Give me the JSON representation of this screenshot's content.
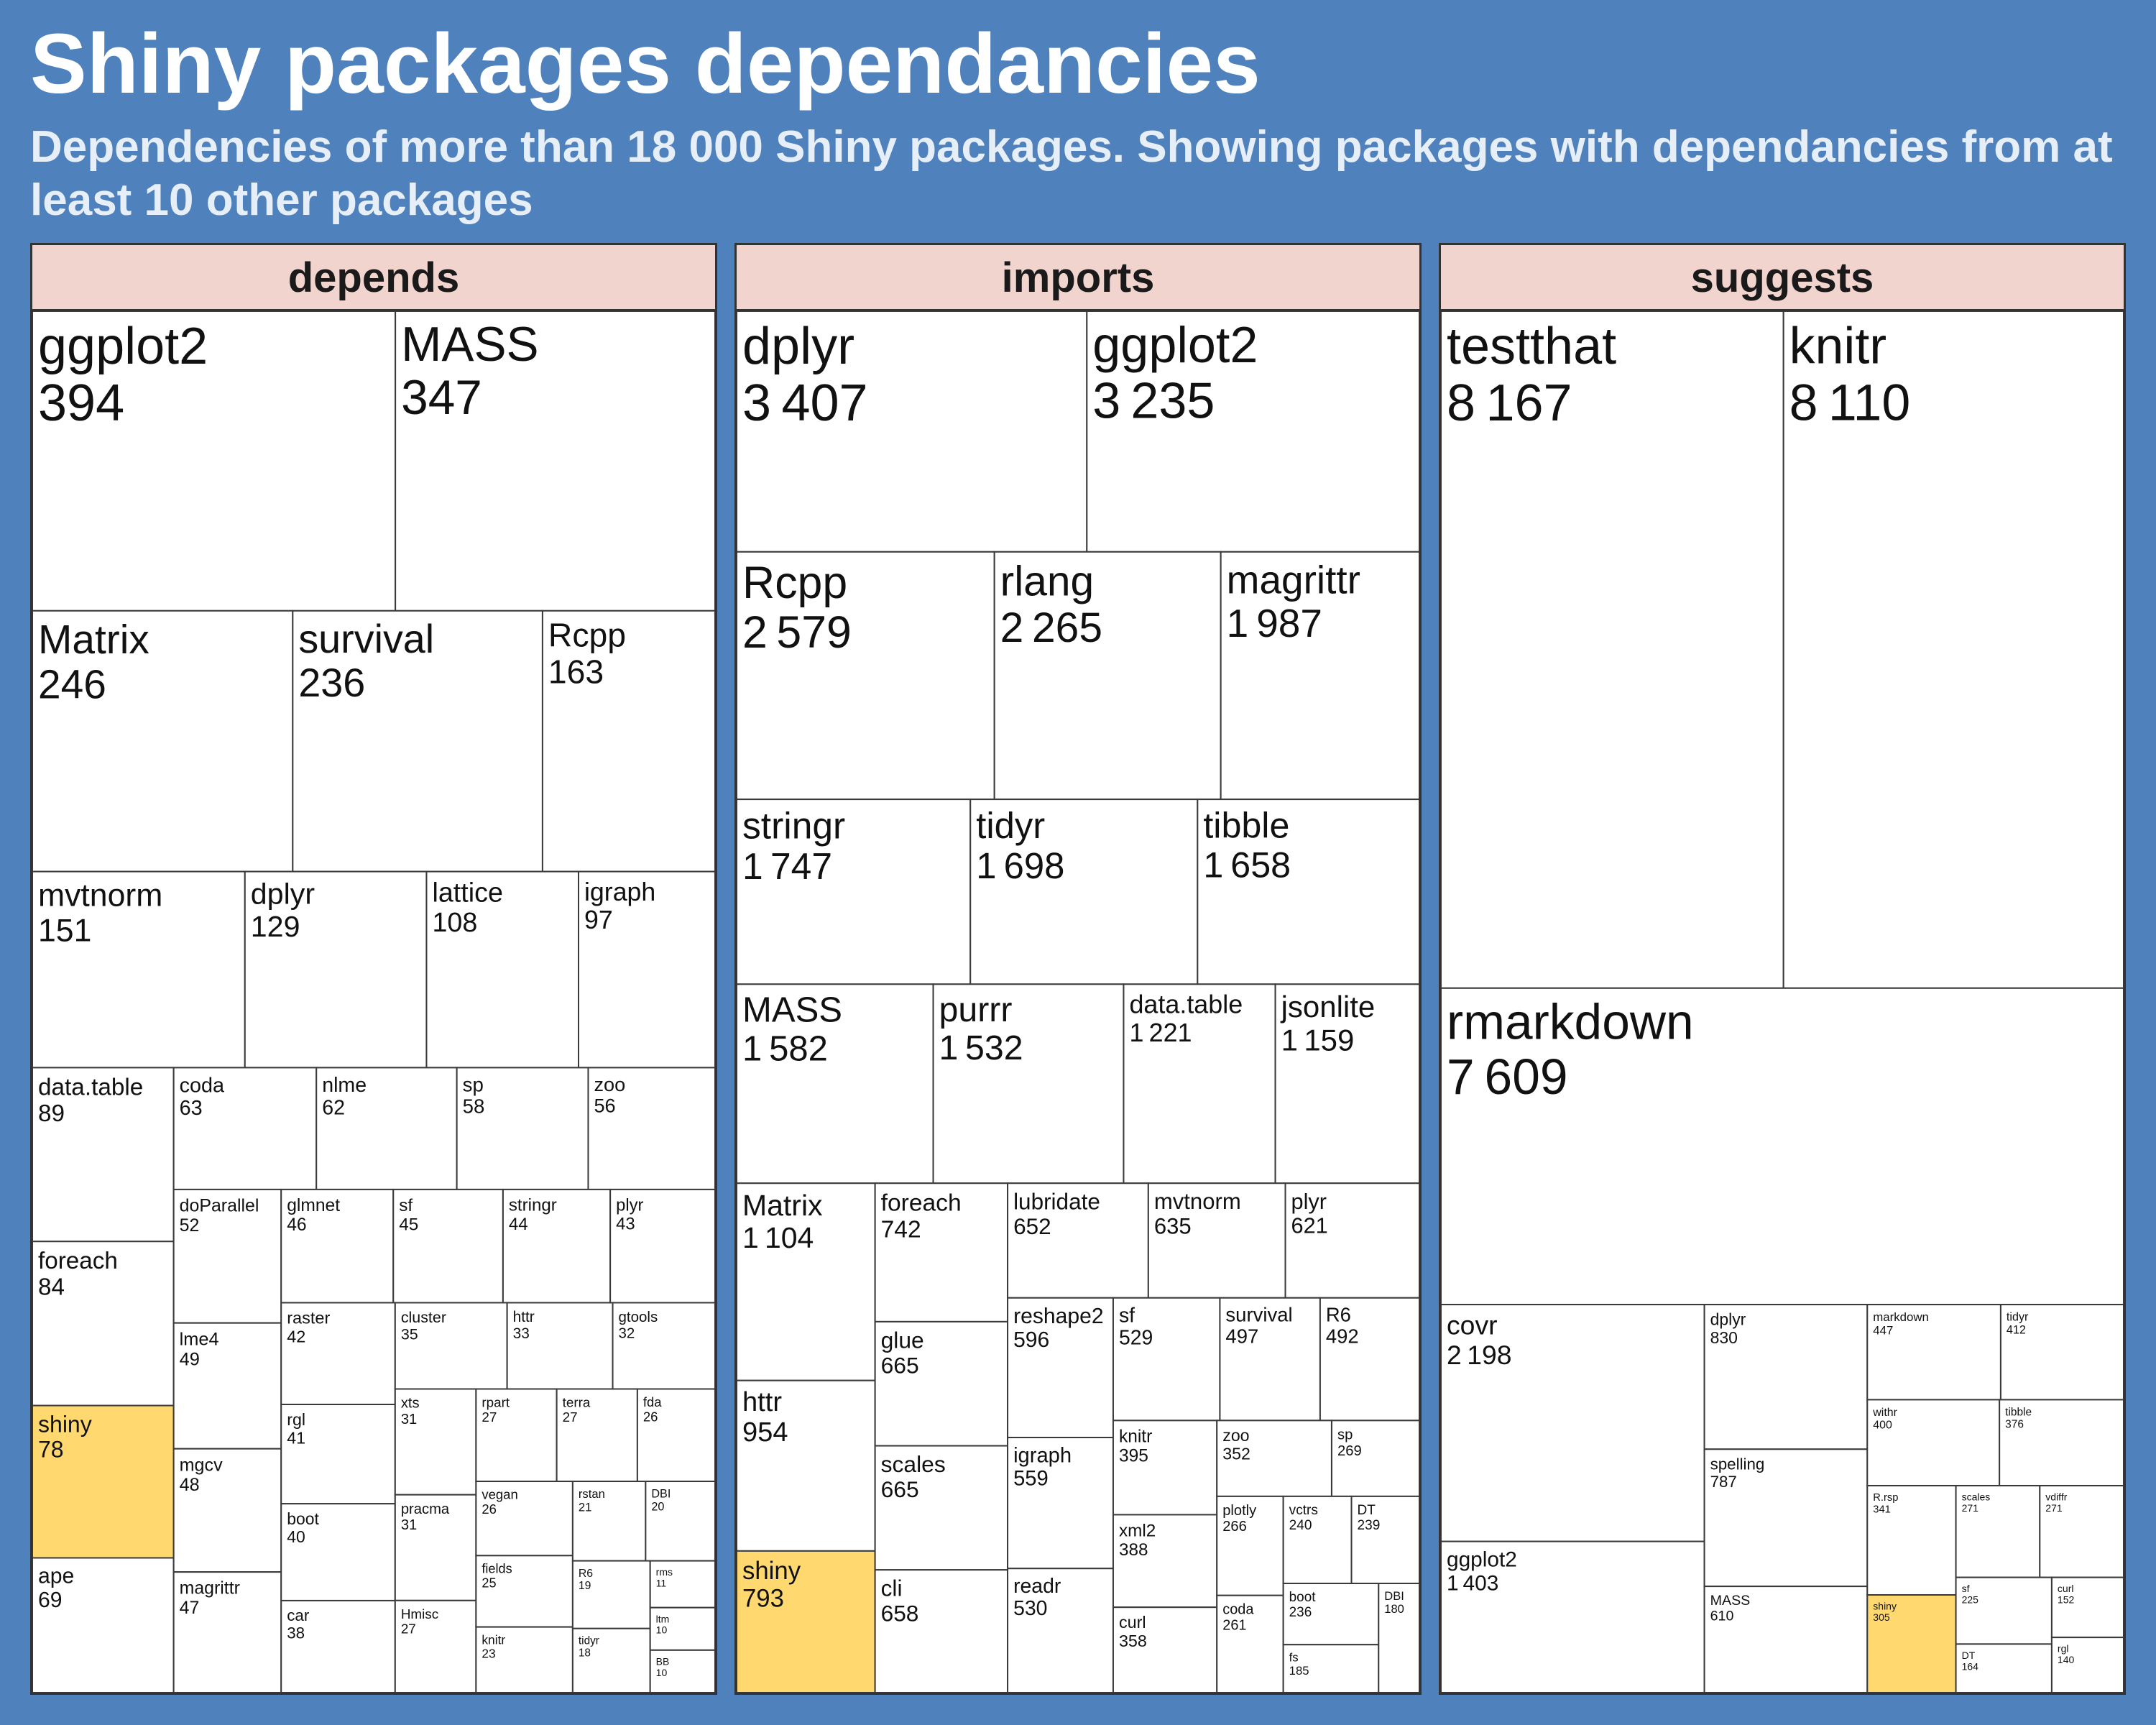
{
  "title": "Shiny packages dependancies",
  "subtitle": "Dependencies of more than 18 000 Shiny packages. Showing packages with dependancies from at least 10 other packages",
  "colors": {
    "background": "#4f81bd",
    "strip": "#f2d4cf",
    "tile": "#ffffff",
    "highlight": "#ffd870",
    "border": "#3a3a3a"
  },
  "highlight_label": "shiny",
  "chart_data": [
    {
      "type": "treemap",
      "facet": "depends",
      "items": [
        {
          "label": "ggplot2",
          "value": 394
        },
        {
          "label": "MASS",
          "value": 347
        },
        {
          "label": "Matrix",
          "value": 246
        },
        {
          "label": "survival",
          "value": 236
        },
        {
          "label": "Rcpp",
          "value": 163
        },
        {
          "label": "mvtnorm",
          "value": 151
        },
        {
          "label": "dplyr",
          "value": 129
        },
        {
          "label": "lattice",
          "value": 108
        },
        {
          "label": "igraph",
          "value": 97
        },
        {
          "label": "data.table",
          "value": 89
        },
        {
          "label": "foreach",
          "value": 84
        },
        {
          "label": "shiny",
          "value": 78
        },
        {
          "label": "ape",
          "value": 69
        },
        {
          "label": "coda",
          "value": 63
        },
        {
          "label": "nlme",
          "value": 62
        },
        {
          "label": "sp",
          "value": 58
        },
        {
          "label": "zoo",
          "value": 56
        },
        {
          "label": "doParallel",
          "value": 52
        },
        {
          "label": "lme4",
          "value": 49
        },
        {
          "label": "mgcv",
          "value": 48
        },
        {
          "label": "magrittr",
          "value": 47
        },
        {
          "label": "glmnet",
          "value": 46
        },
        {
          "label": "sf",
          "value": 45
        },
        {
          "label": "stringr",
          "value": 44
        },
        {
          "label": "plyr",
          "value": 43
        },
        {
          "label": "raster",
          "value": 42
        },
        {
          "label": "rgl",
          "value": 41
        },
        {
          "label": "boot",
          "value": 40
        },
        {
          "label": "car",
          "value": 38
        },
        {
          "label": "cluster",
          "value": 35
        },
        {
          "label": "httr",
          "value": 33
        },
        {
          "label": "gtools",
          "value": 32
        },
        {
          "label": "xts",
          "value": 31
        },
        {
          "label": "pracma",
          "value": 31
        },
        {
          "label": "Hmisc",
          "value": 27
        },
        {
          "label": "rpart",
          "value": 27
        },
        {
          "label": "terra",
          "value": 27
        },
        {
          "label": "fda",
          "value": 26
        },
        {
          "label": "vegan",
          "value": 26
        },
        {
          "label": "fields",
          "value": 25
        },
        {
          "label": "knitr",
          "value": 23
        },
        {
          "label": "rstan",
          "value": 21
        },
        {
          "label": "DBI",
          "value": 20
        },
        {
          "label": "R6",
          "value": 19
        },
        {
          "label": "tidyr",
          "value": 18
        },
        {
          "label": "rms",
          "value": 11
        },
        {
          "label": "ltm",
          "value": 10
        },
        {
          "label": "BB",
          "value": 10
        }
      ]
    },
    {
      "type": "treemap",
      "facet": "imports",
      "items": [
        {
          "label": "dplyr",
          "value": 3407
        },
        {
          "label": "ggplot2",
          "value": 3235
        },
        {
          "label": "Rcpp",
          "value": 2579
        },
        {
          "label": "rlang",
          "value": 2265
        },
        {
          "label": "magrittr",
          "value": 1987
        },
        {
          "label": "stringr",
          "value": 1747
        },
        {
          "label": "tidyr",
          "value": 1698
        },
        {
          "label": "tibble",
          "value": 1658
        },
        {
          "label": "MASS",
          "value": 1582
        },
        {
          "label": "purrr",
          "value": 1532
        },
        {
          "label": "data.table",
          "value": 1221
        },
        {
          "label": "jsonlite",
          "value": 1159
        },
        {
          "label": "Matrix",
          "value": 1104
        },
        {
          "label": "httr",
          "value": 954
        },
        {
          "label": "shiny",
          "value": 793
        },
        {
          "label": "foreach",
          "value": 742
        },
        {
          "label": "glue",
          "value": 665
        },
        {
          "label": "scales",
          "value": 665
        },
        {
          "label": "cli",
          "value": 658
        },
        {
          "label": "lubridate",
          "value": 652
        },
        {
          "label": "mvtnorm",
          "value": 635
        },
        {
          "label": "plyr",
          "value": 621
        },
        {
          "label": "reshape2",
          "value": 596
        },
        {
          "label": "igraph",
          "value": 559
        },
        {
          "label": "readr",
          "value": 530
        },
        {
          "label": "sf",
          "value": 529
        },
        {
          "label": "survival",
          "value": 497
        },
        {
          "label": "R6",
          "value": 492
        },
        {
          "label": "knitr",
          "value": 395
        },
        {
          "label": "xml2",
          "value": 388
        },
        {
          "label": "curl",
          "value": 358
        },
        {
          "label": "zoo",
          "value": 352
        },
        {
          "label": "sp",
          "value": 269
        },
        {
          "label": "plotly",
          "value": 266
        },
        {
          "label": "coda",
          "value": 261
        },
        {
          "label": "vctrs",
          "value": 240
        },
        {
          "label": "DT",
          "value": 239
        },
        {
          "label": "boot",
          "value": 236
        },
        {
          "label": "fs",
          "value": 185
        },
        {
          "label": "DBI",
          "value": 180
        }
      ]
    },
    {
      "type": "treemap",
      "facet": "suggests",
      "items": [
        {
          "label": "testthat",
          "value": 8167
        },
        {
          "label": "knitr",
          "value": 8110
        },
        {
          "label": "rmarkdown",
          "value": 7609
        },
        {
          "label": "covr",
          "value": 2198
        },
        {
          "label": "ggplot2",
          "value": 1403
        },
        {
          "label": "dplyr",
          "value": 830
        },
        {
          "label": "spelling",
          "value": 787
        },
        {
          "label": "MASS",
          "value": 610
        },
        {
          "label": "markdown",
          "value": 447
        },
        {
          "label": "tidyr",
          "value": 412
        },
        {
          "label": "withr",
          "value": 400
        },
        {
          "label": "tibble",
          "value": 376
        },
        {
          "label": "R.rsp",
          "value": 341
        },
        {
          "label": "shiny",
          "value": 305
        },
        {
          "label": "scales",
          "value": 271
        },
        {
          "label": "vdiffr",
          "value": 271
        },
        {
          "label": "sf",
          "value": 225
        },
        {
          "label": "DT",
          "value": 164
        },
        {
          "label": "curl",
          "value": 152
        },
        {
          "label": "rgl",
          "value": 140
        }
      ]
    }
  ]
}
